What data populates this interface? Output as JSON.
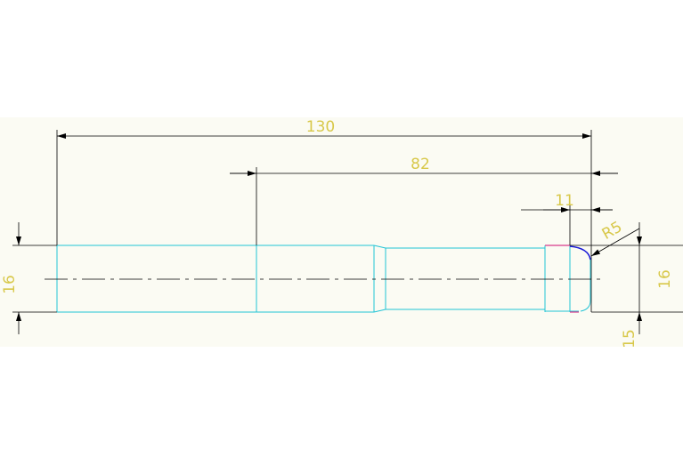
{
  "drawing": {
    "background": "#fbfbf3",
    "colors": {
      "dimension": "#000000",
      "dim_text": "#d8c84a",
      "outline": "#22c4d6",
      "fillet": "#1a1ad8",
      "chamfer": "#d83a8a"
    }
  },
  "dimensions": {
    "overall_length": "130",
    "section_length": "82",
    "end_length": "11",
    "fillet_radius": "R5",
    "left_diameter": "16",
    "right_diameter": "16",
    "end_offset": "15"
  }
}
